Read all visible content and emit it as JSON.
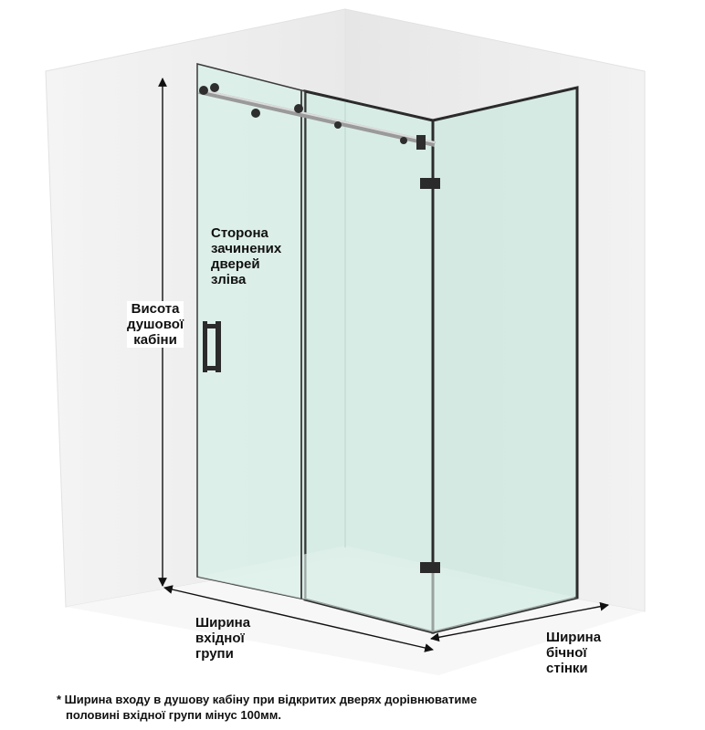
{
  "labels": {
    "height": [
      "Висота",
      "душової",
      "кабіни"
    ],
    "door_side": [
      "Сторона",
      "зачинених",
      "дверей",
      "зліва"
    ],
    "entry_width": [
      "Ширина",
      "вхідної",
      "групи"
    ],
    "side_width": [
      "Ширина",
      "бічної",
      "стінки"
    ]
  },
  "footnote": {
    "line1": "* Ширина входу в душову кабіну при відкритих дверях дорівнюватиме",
    "line2": "половині вхідної групи мінус 100мм."
  },
  "colors": {
    "glass": "#cfe9e1",
    "frame": "#2b2b2b",
    "wall": "#f0f0f0",
    "arrow": "#111111"
  }
}
